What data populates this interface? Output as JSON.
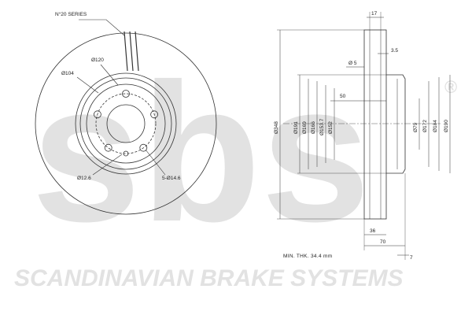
{
  "watermark": {
    "logo": "sbs",
    "registered_mark": "®",
    "tagline": "SCANDINAVIAN BRAKE SYSTEMS"
  },
  "front_view": {
    "series_label": "N°20 SERIES",
    "dims": {
      "d120": "Ø120",
      "d104": "Ø104",
      "d12_6": "Ø12.6",
      "bolt_holes": "5-Ø14.6"
    }
  },
  "side_view": {
    "top_dims": {
      "d17": "17",
      "d3_5": "3.5",
      "d5": "Ø 5"
    },
    "d50": "50",
    "left_dims": [
      "Ø348",
      "Ø191",
      "Ø169",
      "Ø166",
      "Ø153.7",
      "Ø152"
    ],
    "right_dims": [
      "Ø79",
      "Ø172",
      "Ø184",
      "Ø190"
    ],
    "bottom_dims": {
      "d36": "36",
      "d70": "70",
      "d7": "7"
    },
    "min_thk": "MIN. THK. 34.4  mm"
  },
  "colors": {
    "line": "#333333",
    "watermark": "#e2e2e2"
  }
}
